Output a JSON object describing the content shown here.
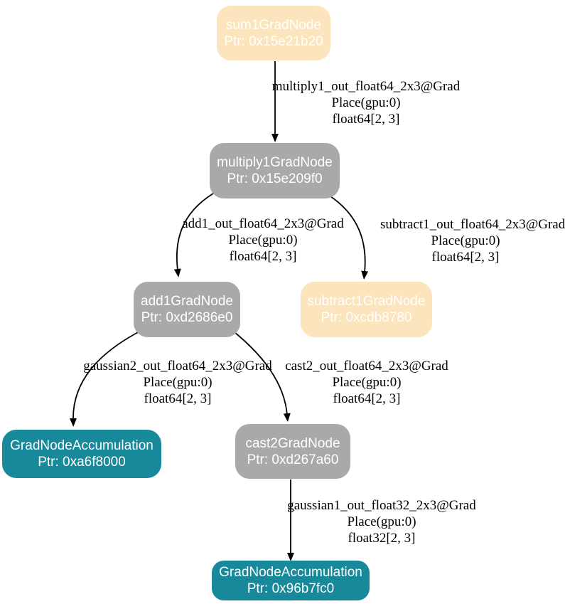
{
  "colors": {
    "leaf_node": "#fce4bc",
    "op_node": "#a9a9a9",
    "accumulation_node": "#17899a",
    "node_text": "#ffffff",
    "edge_color": "#000000",
    "edge_label_text": "#000000",
    "canvas_bg": "#ffffff"
  },
  "nodes": [
    {
      "id": "sum1",
      "label": "sum1GradNode",
      "ptr": "Ptr: 0x15e21b20",
      "style": "leaf"
    },
    {
      "id": "multiply1",
      "label": "multiply1GradNode",
      "ptr": "Ptr: 0x15e209f0",
      "style": "op"
    },
    {
      "id": "add1",
      "label": "add1GradNode",
      "ptr": "Ptr: 0xd2686e0",
      "style": "op"
    },
    {
      "id": "subtract1",
      "label": "subtract1GradNode",
      "ptr": "Ptr: 0xcdb8780",
      "style": "leaf"
    },
    {
      "id": "gradacc1",
      "label": "GradNodeAccumulation",
      "ptr": "Ptr: 0xa6f8000",
      "style": "accumulation"
    },
    {
      "id": "cast2",
      "label": "cast2GradNode",
      "ptr": "Ptr: 0xd267a60",
      "style": "op"
    },
    {
      "id": "gradacc2",
      "label": "GradNodeAccumulation",
      "ptr": "Ptr: 0x96b7fc0",
      "style": "accumulation"
    }
  ],
  "edges": [
    {
      "from": "sum1GradNode",
      "to": "multiply1GradNode",
      "tensor": "multiply1_out_float64_2x3@Grad",
      "place": "Place(gpu:0)",
      "shape": "float64[2, 3]"
    },
    {
      "from": "multiply1GradNode",
      "to": "add1GradNode",
      "tensor": "add1_out_float64_2x3@Grad",
      "place": "Place(gpu:0)",
      "shape": "float64[2, 3]"
    },
    {
      "from": "multiply1GradNode",
      "to": "subtract1GradNode",
      "tensor": "subtract1_out_float64_2x3@Grad",
      "place": "Place(gpu:0)",
      "shape": "float64[2, 3]"
    },
    {
      "from": "add1GradNode",
      "to": "GradNodeAccumulation",
      "tensor": "gaussian2_out_float64_2x3@Grad",
      "place": "Place(gpu:0)",
      "shape": "float64[2, 3]"
    },
    {
      "from": "add1GradNode",
      "to": "cast2GradNode",
      "tensor": "cast2_out_float64_2x3@Grad",
      "place": "Place(gpu:0)",
      "shape": "float64[2, 3]"
    },
    {
      "from": "cast2GradNode",
      "to": "GradNodeAccumulation",
      "tensor": "gaussian1_out_float32_2x3@Grad",
      "place": "Place(gpu:0)",
      "shape": "float32[2, 3]"
    }
  ]
}
